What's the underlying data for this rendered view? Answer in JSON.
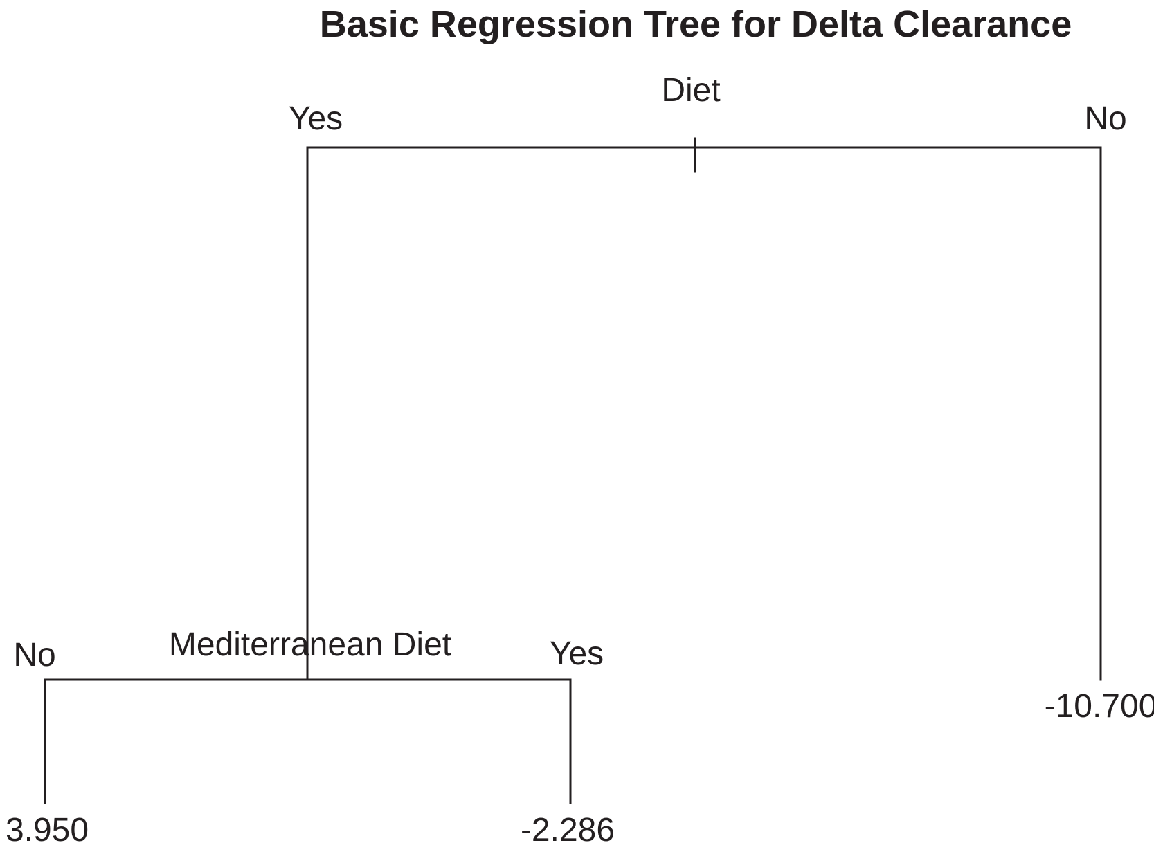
{
  "title": "Basic Regression Tree for Delta Clearance",
  "tree": {
    "root": {
      "split_label": "Diet",
      "left_branch_label": "Yes",
      "right_branch_label": "No",
      "right_leaf_value": "-10.700"
    },
    "child": {
      "split_label": "Mediterranean Diet",
      "left_branch_label": "No",
      "right_branch_label": "Yes",
      "left_leaf_value": "3.950",
      "right_leaf_value": "-2.286"
    }
  },
  "colors": {
    "ink": "#231f20",
    "background": "#ffffff"
  }
}
